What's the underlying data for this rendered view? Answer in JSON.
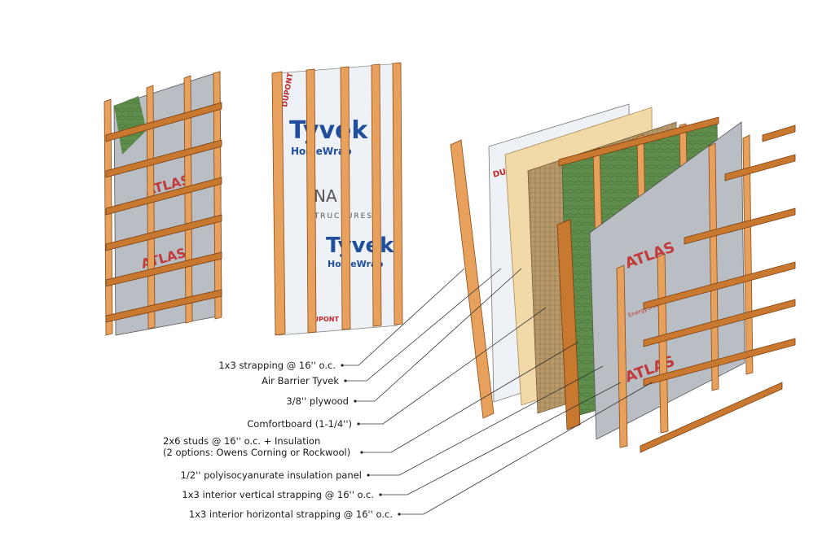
{
  "labels": [
    "1x3 strapping @ 16'' o.c.",
    "Air Barrier Tyvek",
    "3/8'' plywood",
    "Comfortboard (1-1/4'')",
    "2x6 studs @ 16'' o.c. + Insulation",
    "(2 options: Owens Corning or Rockwool)",
    "1/2'' polyisocyanurate insulation panel",
    "1x3 interior vertical strapping @ 16'' o.c.",
    "1x3 interior horizontal strapping @ 16'' o.c."
  ],
  "brand_text": {
    "tyvek": "Tyvek",
    "homewrap": "HomeWrap",
    "dupont": "DUPONT",
    "atlas": "ATLAS",
    "energyshield": "EnergyShield",
    "logo_word": "STRUCTURES",
    "logo_mark": "NA"
  },
  "colors": {
    "wood": "#e8a15c",
    "tyvek_sheet": "#eef2f6",
    "tyvek_blue": "#1f4e9c",
    "tyvek_red": "#c0272d",
    "plywood": "#f2d9a8",
    "comfortboard": "#b89a6a",
    "insulation_green": "#5d8a4a",
    "polyiso": "#b9bec4",
    "atlas_red": "#c23a3a"
  }
}
